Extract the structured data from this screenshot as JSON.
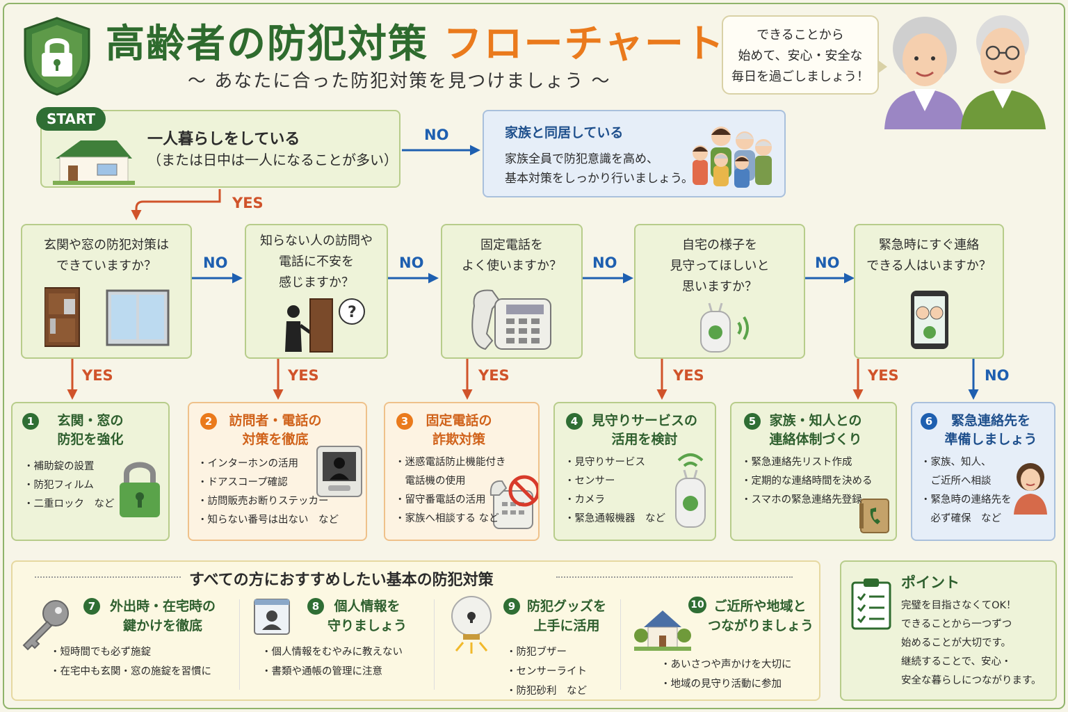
{
  "header": {
    "title_main": "高齢者の防犯対策",
    "title_accent": "フローチャート",
    "subtitle": "～ あなたに合った防犯対策を見つけましょう ～",
    "bubble_lines": [
      "できることから",
      "始めて、安心・安全な",
      "毎日を過ごしましょう！"
    ]
  },
  "start": {
    "badge": "START",
    "main": "一人暮らしをしている",
    "sub": "（または日中は一人になることが多い）"
  },
  "family": {
    "title": "家族と同居している",
    "lines": [
      "家族全員で防犯意識を高め、",
      "基本対策をしっかり行いましょう。"
    ]
  },
  "labels": {
    "no": "NO",
    "yes": "YES"
  },
  "questions": [
    {
      "lines": [
        "玄関や窓の防犯対策は",
        "できていますか？"
      ]
    },
    {
      "lines": [
        "知らない人の訪問や",
        "電話に不安を",
        "感じますか？"
      ]
    },
    {
      "lines": [
        "固定電話を",
        "よく使いますか？"
      ]
    },
    {
      "lines": [
        "自宅の様子を",
        "見守ってほしいと",
        "思いますか？"
      ]
    },
    {
      "lines": [
        "緊急時にすぐ連絡",
        "できる人はいますか？"
      ]
    }
  ],
  "results": [
    {
      "num": "1",
      "title": [
        "玄関・窓の",
        "防犯を強化"
      ],
      "items": [
        "・補助錠の設置",
        "・防犯フィルム",
        "・二重ロック　など"
      ]
    },
    {
      "num": "2",
      "title": [
        "訪問者・電話の",
        "対策を徹底"
      ],
      "items": [
        "・インターホンの活用",
        "・ドアスコープ確認",
        "・訪問販売お断りステッカー",
        "・知らない番号は出ない　など"
      ]
    },
    {
      "num": "3",
      "title": [
        "固定電話の",
        "詐欺対策"
      ],
      "items": [
        "・迷惑電話防止機能付き",
        "　電話機の使用",
        "・留守番電話の活用",
        "・家族へ相談する など"
      ]
    },
    {
      "num": "4",
      "title": [
        "見守りサービスの",
        "活用を検討"
      ],
      "items": [
        "・見守りサービス",
        "・センサー",
        "・カメラ",
        "・緊急通報機器　など"
      ]
    },
    {
      "num": "5",
      "title": [
        "家族・知人との",
        "連絡体制づくり"
      ],
      "items": [
        "・緊急連絡先リスト作成",
        "・定期的な連絡時間を決める",
        "・スマホの緊急連絡先登録"
      ]
    },
    {
      "num": "6",
      "title": [
        "緊急連絡先を",
        "準備しましょう"
      ],
      "items": [
        "・家族、知人、",
        "　ご近所へ相談",
        "・緊急時の連絡先を",
        "　必ず確保　など"
      ]
    }
  ],
  "basic": {
    "title": "すべての方におすすめしたい基本の防犯対策",
    "items": [
      {
        "num": "7",
        "title": [
          "外出時・在宅時の",
          "鍵かけを徹底"
        ],
        "items": [
          "・短時間でも必ず施錠",
          "・在宅中も玄関・窓の施錠を習慣に"
        ]
      },
      {
        "num": "8",
        "title": [
          "個人情報を",
          "守りましょう"
        ],
        "items": [
          "・個人情報をむやみに教えない",
          "・書類や通帳の管理に注意"
        ]
      },
      {
        "num": "9",
        "title": [
          "防犯グッズを",
          "上手に活用"
        ],
        "items": [
          "・防犯ブザー",
          "・センサーライト",
          "・防犯砂利　など"
        ]
      },
      {
        "num": "10",
        "title": [
          "ご近所や地域と",
          "つながりましょう"
        ],
        "items": [
          "・あいさつや声かけを大切に",
          "・地域の見守り活動に参加"
        ]
      }
    ]
  },
  "point": {
    "title": "ポイント",
    "lines": [
      "完璧を目指さなくてOK！",
      "できることから一つずつ",
      "始めることが大切です。",
      "継続することで、安心・",
      "安全な暮らしにつながります。"
    ]
  },
  "colors": {
    "green": "#2f6e34",
    "orange": "#ea7a1c",
    "blue": "#1e5fb0",
    "red_arrow": "#d0532a"
  }
}
